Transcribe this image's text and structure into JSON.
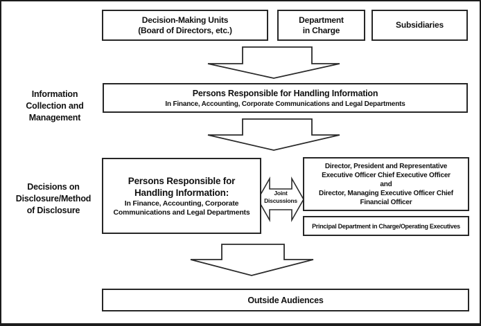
{
  "colors": {
    "border": "#262626",
    "text": "#111111",
    "background": "#ffffff"
  },
  "labels": {
    "info_collection": [
      "Information",
      "Collection and",
      "Management"
    ],
    "decisions": [
      "Decisions on",
      "Disclosure/Method",
      "of Disclosure"
    ]
  },
  "boxes": {
    "decision_units": {
      "lines": [
        "Decision-Making Units",
        "(Board of Directors, etc.)"
      ]
    },
    "department": {
      "lines": [
        "Department",
        "in Charge"
      ]
    },
    "subsidiaries": {
      "label": "Subsidiaries"
    },
    "handling_info": {
      "title": "Persons Responsible for Handling Information",
      "subtitle": "In Finance, Accounting, Corporate Communications and Legal Departments"
    },
    "handling_info_decisions": {
      "title_lines": [
        "Persons Responsible for",
        "Handling Information:"
      ],
      "subtitle_lines": [
        "In Finance, Accounting, Corporate",
        "Communications and Legal Departments"
      ]
    },
    "executives": {
      "lines": [
        "Director, President and Representative",
        "Executive Officer Chief Executive Officer",
        "and",
        "Director, Managing Executive Officer Chief",
        "Financial Officer"
      ]
    },
    "principal_department": {
      "label": "Principal Department in Charge/Operating Executives"
    },
    "outside_audiences": {
      "label": "Outside Audiences"
    }
  },
  "connectors": {
    "joint_discussions": [
      "Joint",
      "Discussions"
    ]
  }
}
